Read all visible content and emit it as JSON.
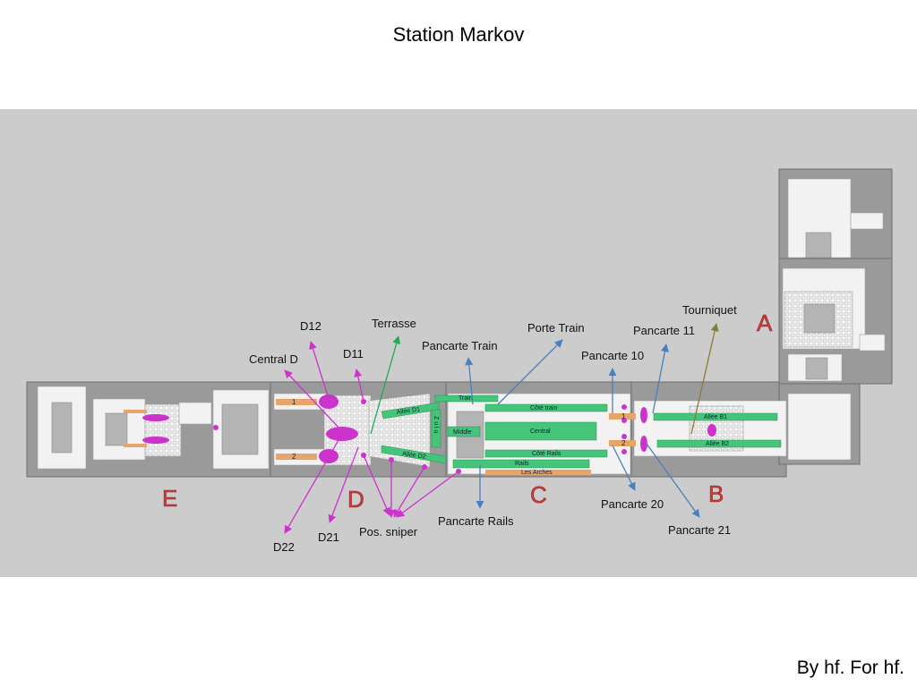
{
  "title": "Station Markov",
  "credit": "By hf. For hf.",
  "zones": {
    "a": "A",
    "b": "B",
    "c": "C",
    "d": "D",
    "e": "E"
  },
  "callouts": {
    "d12": "D12",
    "terrasse": "Terrasse",
    "d11": "D11",
    "central_d": "Central D",
    "pancarte_train": "Pancarte Train",
    "porte_train": "Porte Train",
    "pancarte_11": "Pancarte 11",
    "tourniquet": "Tourniquet",
    "pancarte_10": "Pancarte 10",
    "pancarte_20": "Pancarte 20",
    "pancarte_21": "Pancarte 21",
    "pancarte_rails": "Pancarte Rails",
    "pos_sniper": "Pos. sniper",
    "d21": "D21",
    "d22": "D22"
  },
  "areas": {
    "train": "Train",
    "cote_train": "Côté train",
    "central": "Central",
    "cote_rails": "Côté Rails",
    "rails": "Rails",
    "les_arches": "Les Arches",
    "middle": "Middle",
    "allee_d1": "Allée D1",
    "allee_d2": "Allée D2",
    "allee_b1": "Allée B1",
    "allee_b2": "Allée B2",
    "zulu": "Z u l u",
    "pad_1_left": "1",
    "pad_2_left": "2",
    "pad_1_right": "1",
    "pad_2_right": "2"
  },
  "colors": {
    "background_panel": "#cccccc",
    "building": "#9a9a9a",
    "floor": "#f2f2f2",
    "area_green": "#45c47a",
    "stairs_orange": "#e8a56a",
    "marker_magenta": "#cc33cc",
    "arrow_blue": "#4a7fc0",
    "arrow_green": "#22aa55",
    "arrow_olive": "#8a7a3a",
    "zone_red": "#d04040"
  }
}
